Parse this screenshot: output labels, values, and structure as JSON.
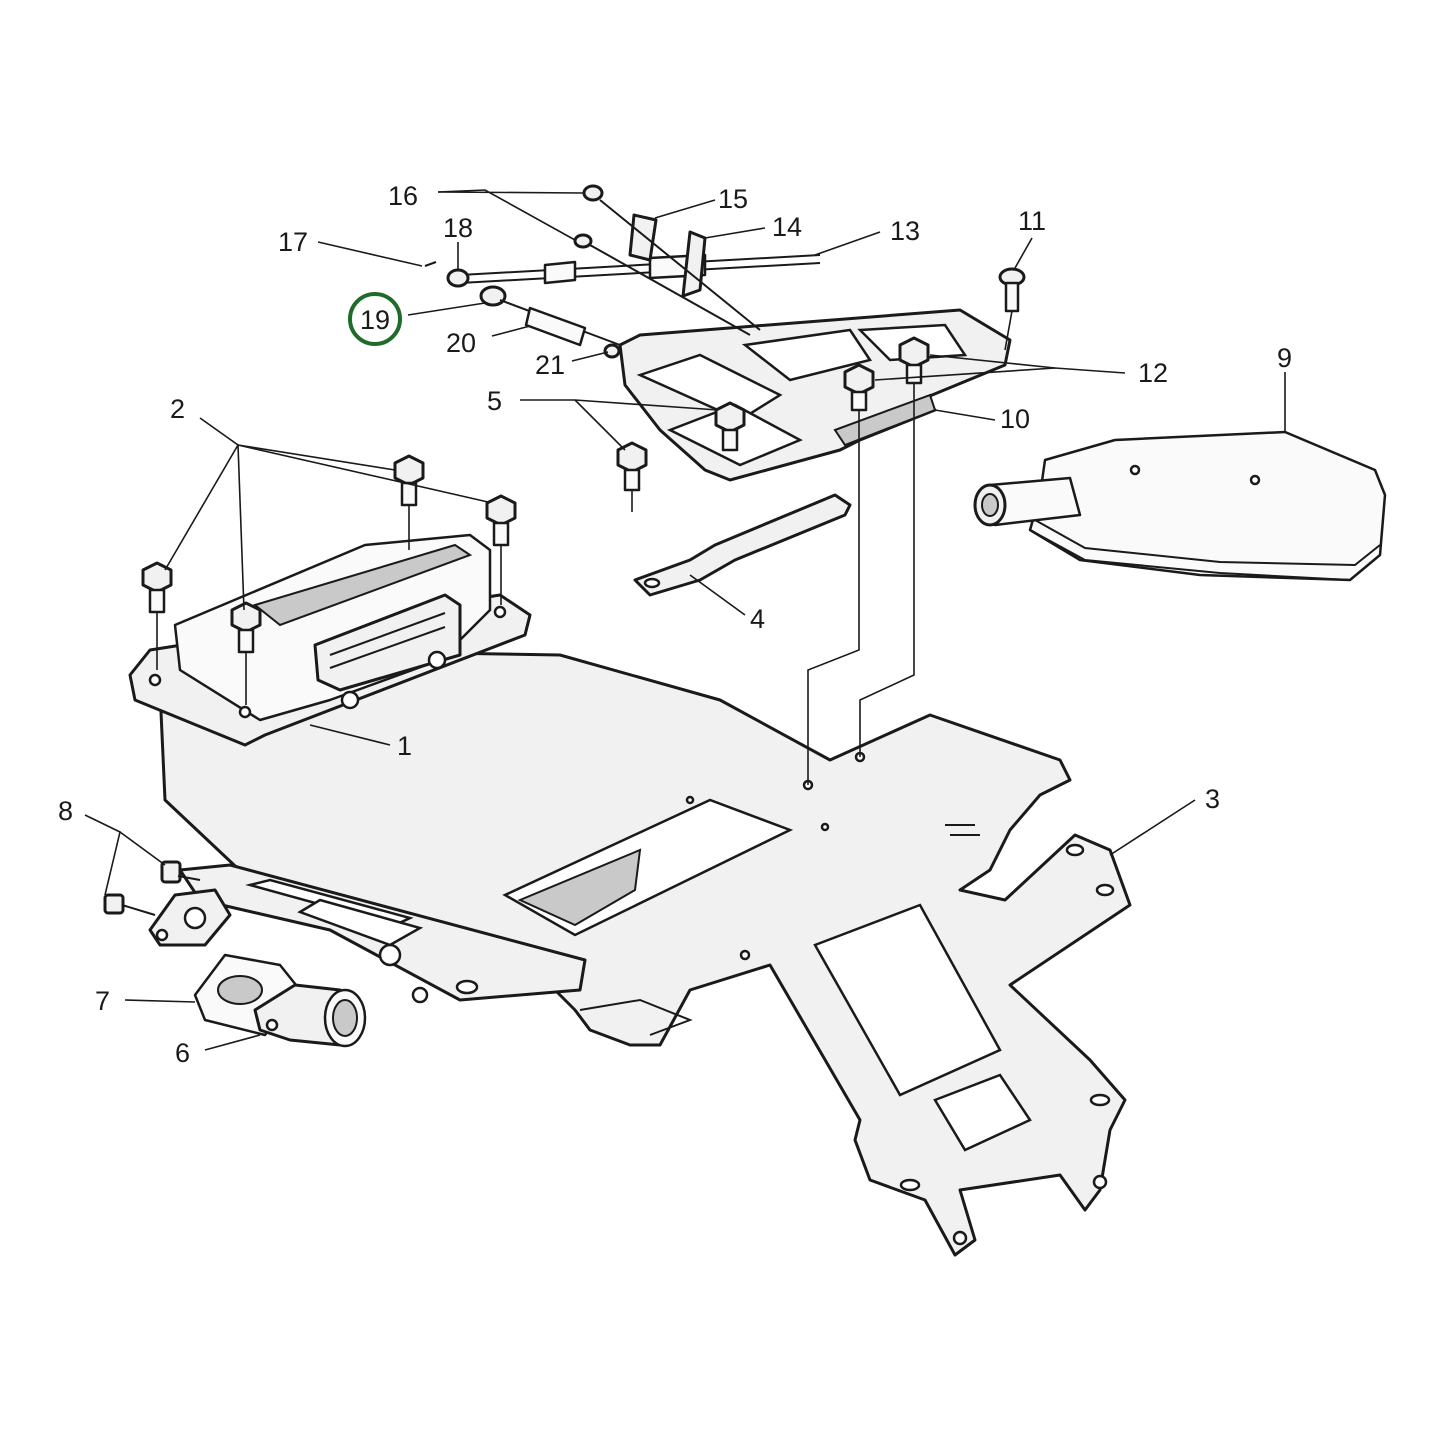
{
  "callouts": {
    "c1": "1",
    "c2": "2",
    "c3": "3",
    "c4": "4",
    "c5": "5",
    "c6": "6",
    "c7": "7",
    "c8": "8",
    "c9": "9",
    "c10": "10",
    "c11": "11",
    "c12": "12",
    "c13": "13",
    "c14": "14",
    "c15": "15",
    "c16": "16",
    "c17": "17",
    "c18": "18",
    "c19": "19",
    "c20": "20",
    "c21": "21"
  },
  "highlight": {
    "callout": "19",
    "ring_color": "#1f6b2a"
  }
}
